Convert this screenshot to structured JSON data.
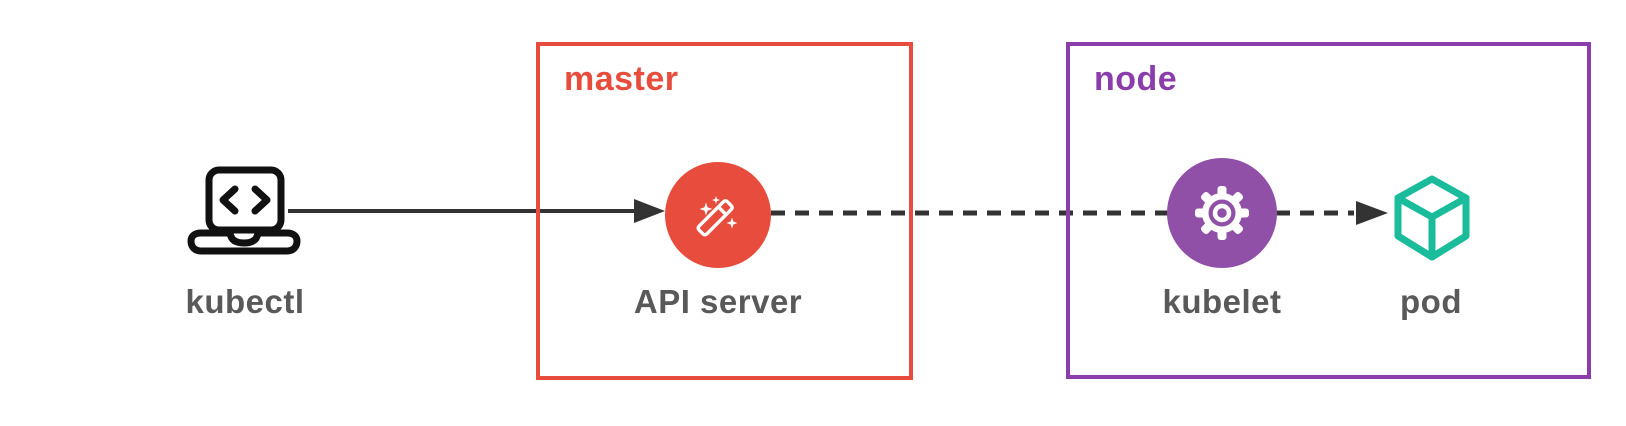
{
  "groups": {
    "master": {
      "label": "master",
      "color": "#e74c3c"
    },
    "node": {
      "label": "node",
      "color": "#8b3dac"
    }
  },
  "nodes": {
    "kubectl": {
      "label": "kubectl",
      "icon": "laptop-code-icon",
      "color": "#111111"
    },
    "api_server": {
      "label": "API server",
      "icon": "magic-wand-icon",
      "fill": "#e74c3c"
    },
    "kubelet": {
      "label": "kubelet",
      "icon": "gear-icon",
      "fill": "#9150a8"
    },
    "pod": {
      "label": "pod",
      "icon": "cube-icon",
      "color": "#1abc9c"
    }
  },
  "edges": [
    {
      "from": "kubectl",
      "to": "api_server",
      "style": "solid",
      "arrowhead": true
    },
    {
      "from": "api_server",
      "to": "kubelet",
      "style": "dashed",
      "arrowhead": false
    },
    {
      "from": "kubelet",
      "to": "pod",
      "style": "dashed",
      "arrowhead": true
    }
  ],
  "colors": {
    "label_text": "#595959",
    "connector": "#333333",
    "background": "#ffffff"
  }
}
